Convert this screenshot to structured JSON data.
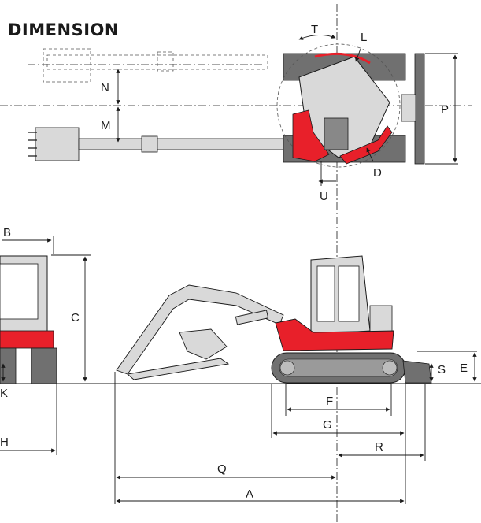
{
  "title": "DIMENSION",
  "colors": {
    "accent": "#e8202a",
    "machine": "#d9d9d9",
    "track": "#707070",
    "line": "#1a1a1a"
  },
  "labels": {
    "T": "T",
    "L": "L",
    "N": "N",
    "M": "M",
    "P": "P",
    "D": "D",
    "U": "U",
    "B": "B",
    "C": "C",
    "K": "K",
    "H": "H",
    "E": "E",
    "S": "S",
    "F": "F",
    "G": "G",
    "R": "R",
    "Q": "Q",
    "A": "A"
  }
}
